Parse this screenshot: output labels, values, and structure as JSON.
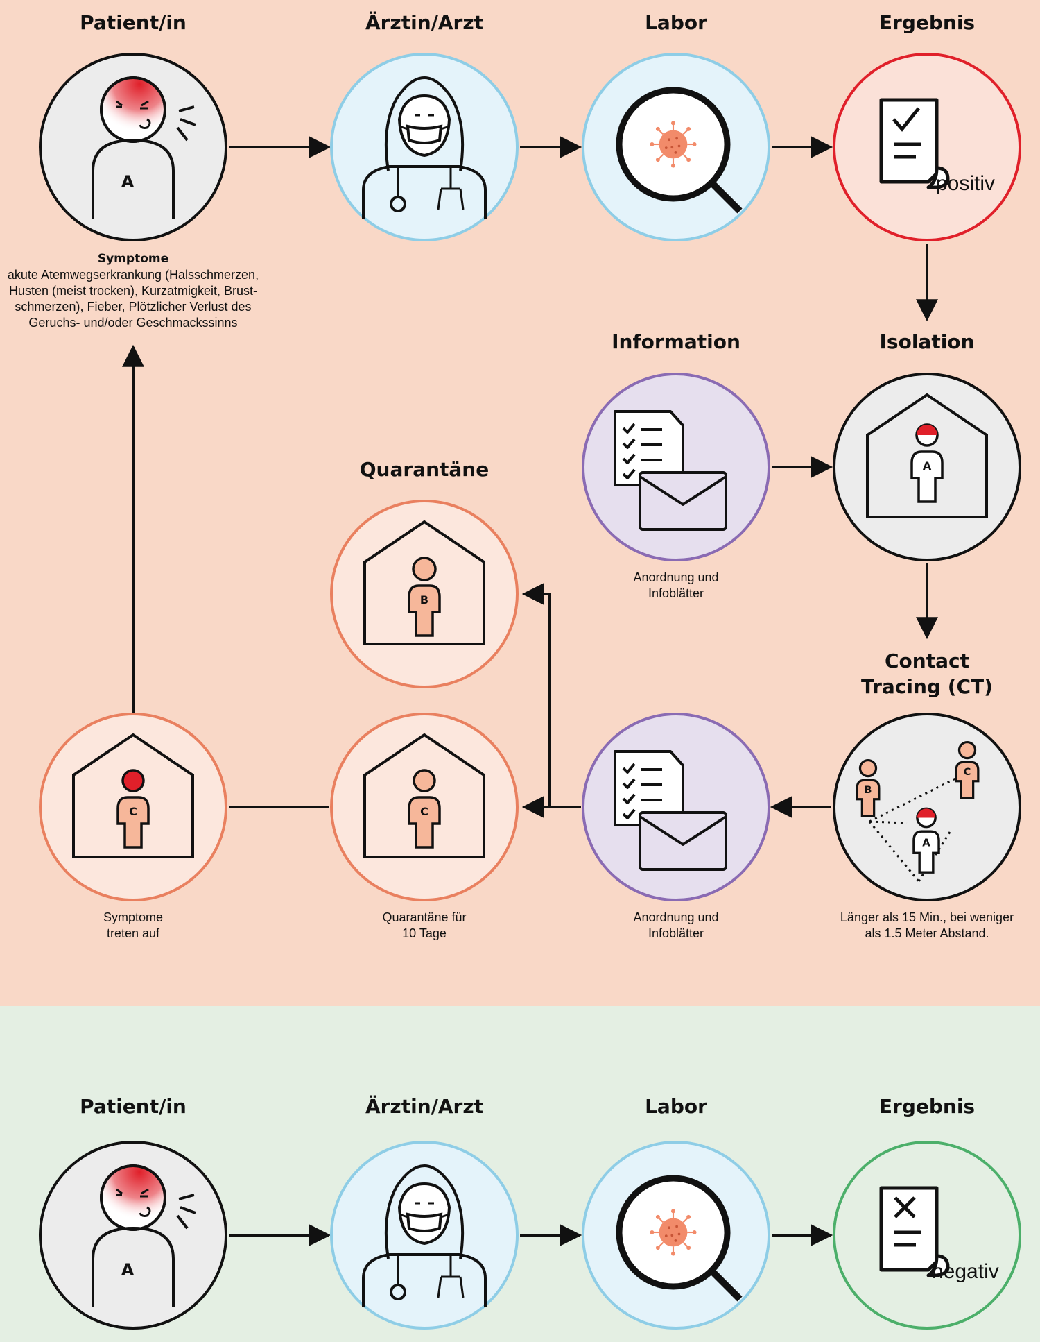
{
  "top": {
    "titles": {
      "patient": "Patient/in",
      "doctor": "Ärztin/Arzt",
      "lab": "Labor",
      "result": "Ergebnis",
      "information": "Information",
      "isolation": "Isolation",
      "quarantine": "Quarantäne",
      "contact_tracing_line1": "Contact",
      "contact_tracing_line2": "Tracing (CT)"
    },
    "symptoms": {
      "heading": "Symptome",
      "line1": "akute Atemwegserkrankung (Halsschmerzen,",
      "line2": "Husten (meist trocken), Kurzatmigkeit, Brust-",
      "line3": "schmerzen), Fieber, Plötzlicher Verlust des",
      "line4": "Geruchs- und/oder Geschmackssinns"
    },
    "result_word": "positiv",
    "person_letters": {
      "a": "A",
      "b": "B",
      "c": "C"
    },
    "captions": {
      "information_1": "Anordnung und",
      "information_2": "Infoblätter",
      "contact_1": "Länger als 15 Min., bei weniger",
      "contact_2": "als 1.5 Meter Abstand.",
      "notice_1": "Anordnung und",
      "notice_2": "Infoblätter",
      "quarantine_1": "Quarantäne für",
      "quarantine_2": "10 Tage",
      "symptoms_1": "Symptome",
      "symptoms_2": "treten auf"
    }
  },
  "bottom": {
    "titles": {
      "patient": "Patient/in",
      "doctor": "Ärztin/Arzt",
      "lab": "Labor",
      "result": "Ergebnis"
    },
    "result_word": "negativ"
  },
  "colors": {
    "positive_band": "#f9d8c7",
    "negative_band": "#e4efe3",
    "positive_ring": "#e0202a",
    "negative_ring": "#4caf6a",
    "doctor_lab_ring": "#8ecde6",
    "info_ring": "#8a6bb3",
    "quarantine_ring": "#e9805f",
    "virus": "#f28b6a"
  }
}
